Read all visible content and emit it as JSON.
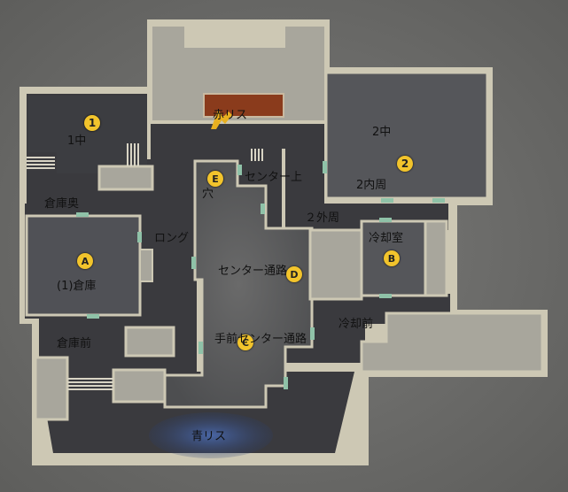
{
  "labels": {
    "red_spawn": "赤リス",
    "blue_spawn": "青リス",
    "mid1": "1中",
    "mid2": "2中",
    "inner2": "2内周",
    "outer2": "２外周",
    "center_top": "センター上",
    "hole": "穴",
    "long": "ロング",
    "warehouse_back": "倉庫奥",
    "warehouse1": "(1)倉庫",
    "center_passage": "センター通路",
    "cooling_room": "冷却室",
    "cooling_front": "冷却前",
    "warehouse_front": "倉庫前",
    "front_center_passage": "手前センター通路"
  },
  "markers": {
    "m1": "1",
    "m2": "2",
    "mA": "A",
    "mB": "B",
    "mC": "C",
    "mD": "D",
    "mE": "E"
  },
  "colors": {
    "background": "#6e6e6c",
    "wall": "#cdc8b4",
    "block": "#a8a69c",
    "corridor": "#3a3a3e",
    "room_floor": "#55565a",
    "center_floor": "#5e5f61",
    "red_zone": "#8a3b1c",
    "blue_zone": "#3a4f8a",
    "marker": "#f2c42c",
    "door": "#8fc2a8"
  }
}
